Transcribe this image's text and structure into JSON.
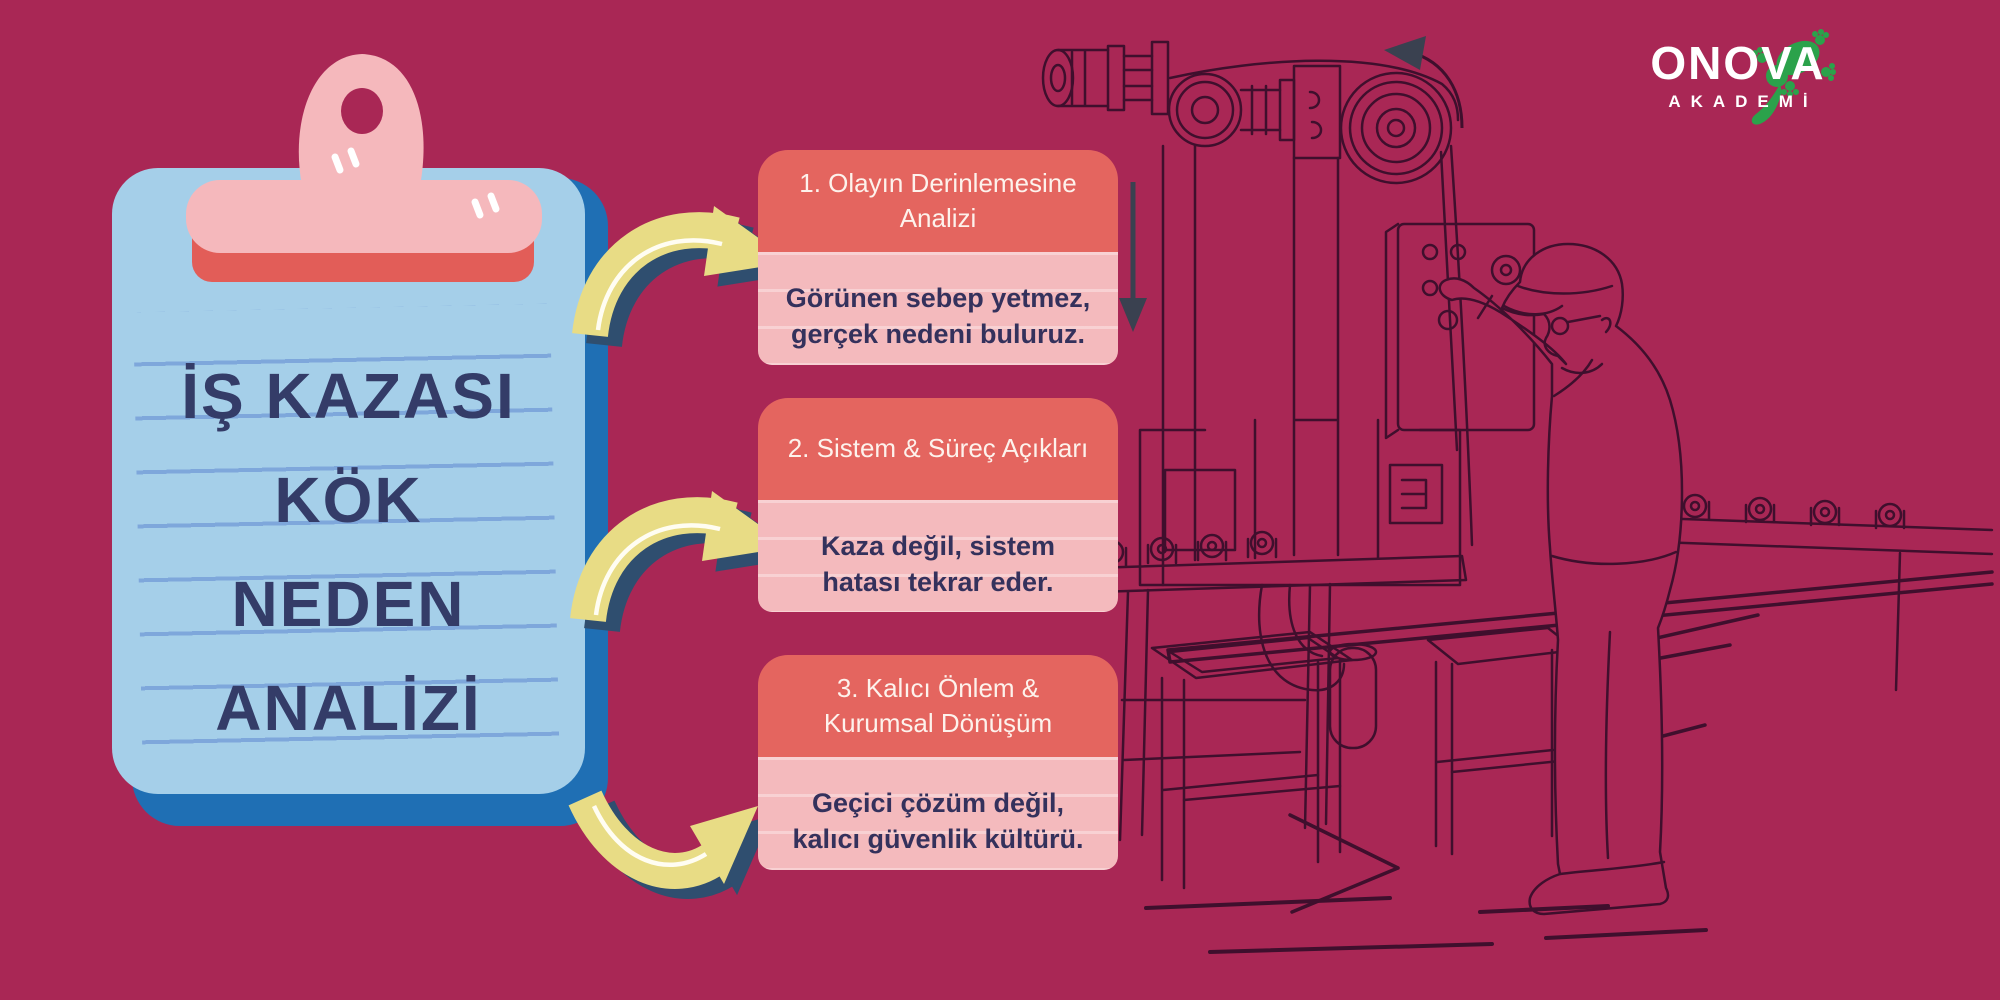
{
  "page": {
    "background_color": "#a92755"
  },
  "logo": {
    "brand": "ONOVA",
    "subtitle": "AKADEMİ",
    "gecko_color": "#2ba24b"
  },
  "clipboard": {
    "title_lines": [
      "İŞ KAZASI",
      "KÖK",
      "NEDEN",
      "ANALİZİ"
    ],
    "board_color": "#a5cfe9",
    "border_color": "#1f6fb4",
    "clip_color": "#f5b8bc",
    "clip_bar_color": "#e25d58",
    "title_color": "#343c68"
  },
  "cards": [
    {
      "title": "1. Olayın Derinlemesine Analizi",
      "body": "Görünen sebep yetmez, gerçek nedeni buluruz."
    },
    {
      "title": "2. Sistem & Süreç Açıkları",
      "body": "Kaza değil, sistem hatası tekrar eder."
    },
    {
      "title": "3. Kalıcı Önlem & Kurumsal Dönüşüm",
      "body": "Geçici çözüm değil, kalıcı güvenlik kültürü."
    }
  ],
  "card_style": {
    "header_color": "#e4655f",
    "body_color": "#f4babd",
    "header_text_color": "#fdf2ec",
    "body_text_color": "#34315c"
  },
  "arrows": {
    "color": "#e8dc85",
    "shadow_color": "#2f4e6f",
    "count": 3
  },
  "illustration": {
    "label": "worker operating industrial belt machine with conveyor rollers (line art)",
    "line_color": "#3f0f2d"
  }
}
